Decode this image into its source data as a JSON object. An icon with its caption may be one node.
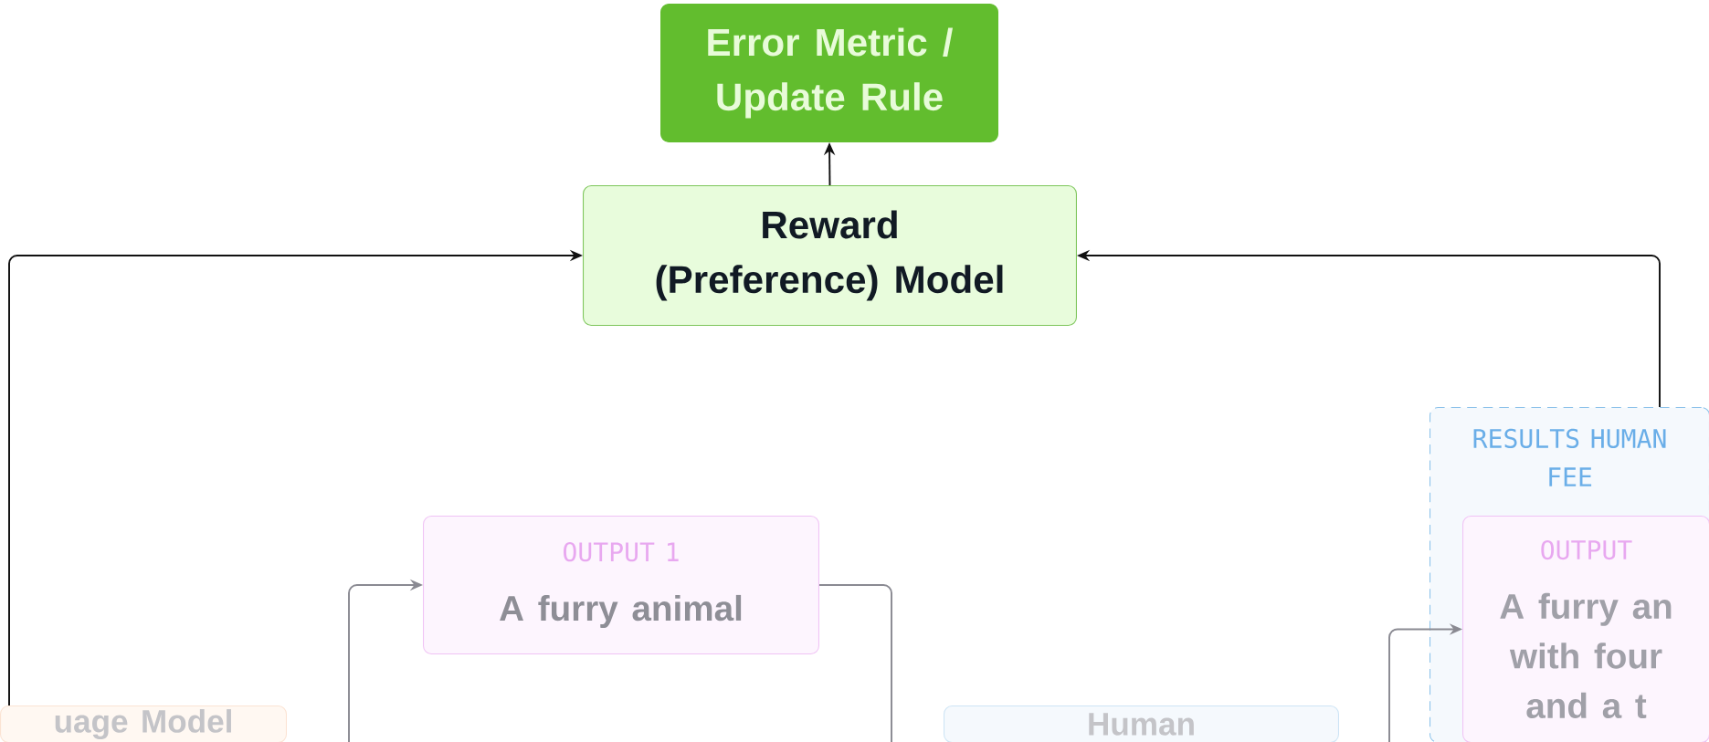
{
  "diagram": {
    "nodes": [
      {
        "text": [
          "Error Metric / Update Rule"
        ]
      },
      {
        "text": [
          "Reward (Preference) Model"
        ]
      },
      {
        "text": [
          "OUTPUT 1",
          "A furry animal"
        ]
      },
      {
        "text": [
          "RESULTS HUMAN FEE"
        ]
      },
      {
        "text": [
          "OUTPUT",
          "A furry an with four and a t"
        ],
        "in": 3
      },
      {
        "text": [
          "uage Model"
        ]
      },
      {
        "text": [
          "Human"
        ]
      }
    ],
    "edges": [
      {
        "from": 1,
        "to": 0,
        "arrow": "to"
      },
      {
        "from": 5,
        "to": 1,
        "arrow": "to"
      },
      {
        "from": 3,
        "to": 1,
        "arrow": "to"
      },
      {
        "from": null,
        "to": 2,
        "arrow": "to",
        "color": "#8a8a92"
      },
      {
        "from": 2,
        "to": null,
        "arrow": "none",
        "color": "#8a8a92"
      },
      {
        "from": null,
        "to": 4,
        "arrow": "to",
        "color": "#8a8a92"
      }
    ]
  }
}
